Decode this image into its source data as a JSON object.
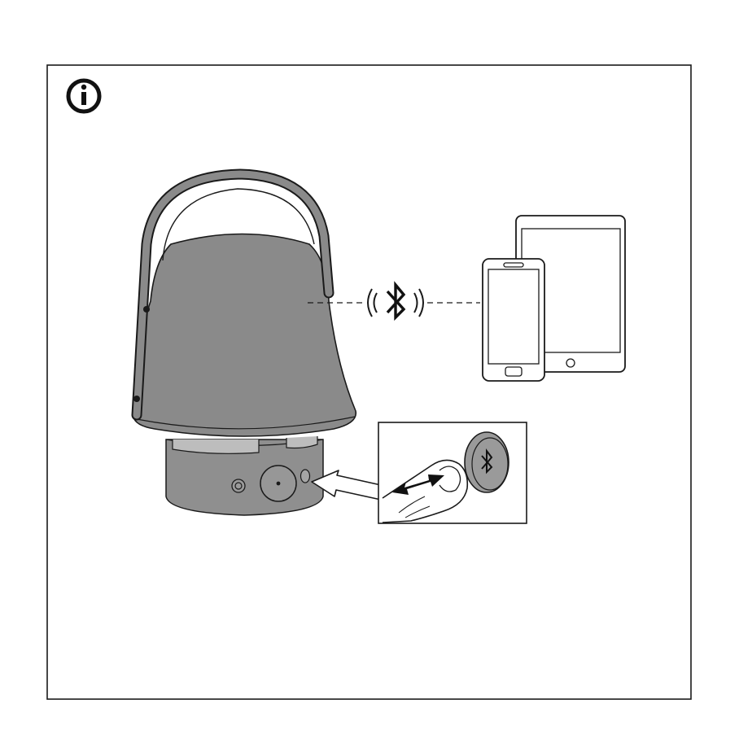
{
  "illustration": {
    "info_icon": "info-circle-icon",
    "connection_icon": "bluetooth-icon",
    "colors": {
      "lamp_shade": "#8a8a8a",
      "lamp_base": "#8f8f8f",
      "handle": "#8a8a8a",
      "stroke": "#1a1a1a",
      "device_screen": "#ffffff",
      "frame": "#1a1a1a"
    },
    "devices": [
      "tablet",
      "smartphone"
    ],
    "inset": {
      "action": "slide-left-right",
      "button_icon": "bluetooth-icon"
    }
  }
}
